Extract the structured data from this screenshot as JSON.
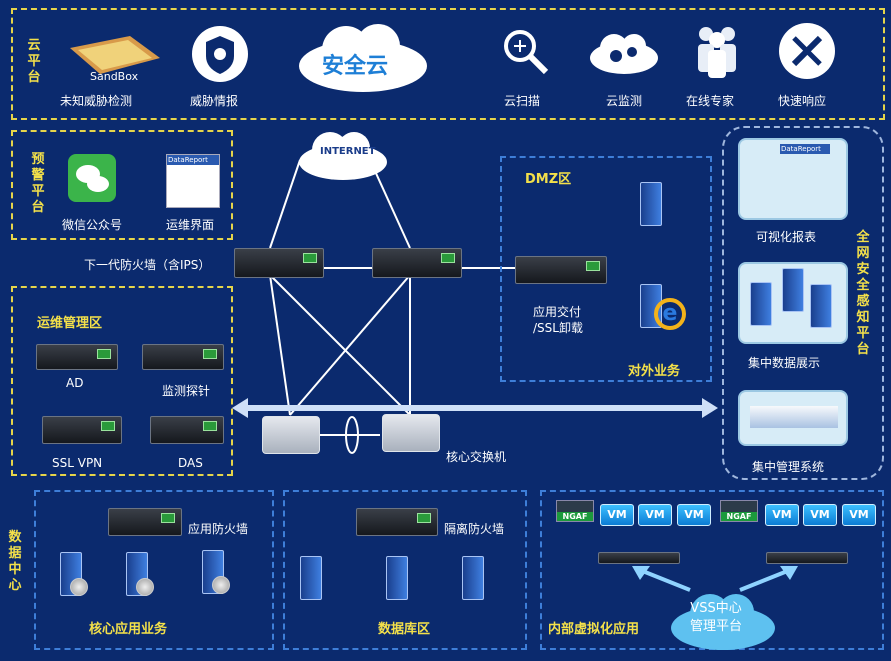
{
  "cloud_platform": {
    "title": "云平台",
    "items": [
      {
        "label": "未知威胁检测",
        "icon": "sandbox-icon",
        "icon_text": "SandBox"
      },
      {
        "label": "威胁情报",
        "icon": "shield-icon"
      },
      {
        "label": "云扫描",
        "icon": "magnifier-icon"
      },
      {
        "label": "云监测",
        "icon": "cloud-gears-icon"
      },
      {
        "label": "在线专家",
        "icon": "experts-icon"
      },
      {
        "label": "快速响应",
        "icon": "tools-icon"
      }
    ],
    "center": "安全云"
  },
  "warning_platform": {
    "title": "预警平台",
    "items": [
      {
        "label": "微信公众号",
        "icon": "wechat-icon"
      },
      {
        "label": "运维界面",
        "icon": "report-icon",
        "icon_text": "DataReport"
      }
    ]
  },
  "internet": "INTERNET",
  "ngfw_label": "下一代防火墙（含IPS）",
  "dmz": {
    "title": "DMZ区",
    "app_delivery": "应用交付\n/SSL卸载",
    "external": "对外业务"
  },
  "ops_zone": {
    "title": "运维管理区",
    "items": [
      "AD",
      "监测探针",
      "SSL VPN",
      "DAS"
    ]
  },
  "core_switch": "核心交换机",
  "awareness_platform": {
    "title": "全网安全感知平台",
    "items": [
      {
        "label": "可视化报表",
        "icon_text": "DataReport"
      },
      {
        "label": "集中数据展示"
      },
      {
        "label": "集中管理系统"
      }
    ]
  },
  "data_center": {
    "title": "数据中心",
    "core_business": {
      "title": "核心应用业务",
      "firewall": "应用防火墙"
    },
    "database_zone": {
      "title": "数据库区",
      "firewall": "隔离防火墙"
    },
    "virtualization": {
      "title": "内部虚拟化应用",
      "vm": "VM",
      "ngaf": "NGAF",
      "vss": "VSS中心\n管理平台"
    }
  },
  "colors": {
    "background": "#0b2a6e",
    "zone_yellow": "#e6d54a",
    "zone_blue": "#3e7ed8",
    "label_yellow": "#f3e04a"
  }
}
